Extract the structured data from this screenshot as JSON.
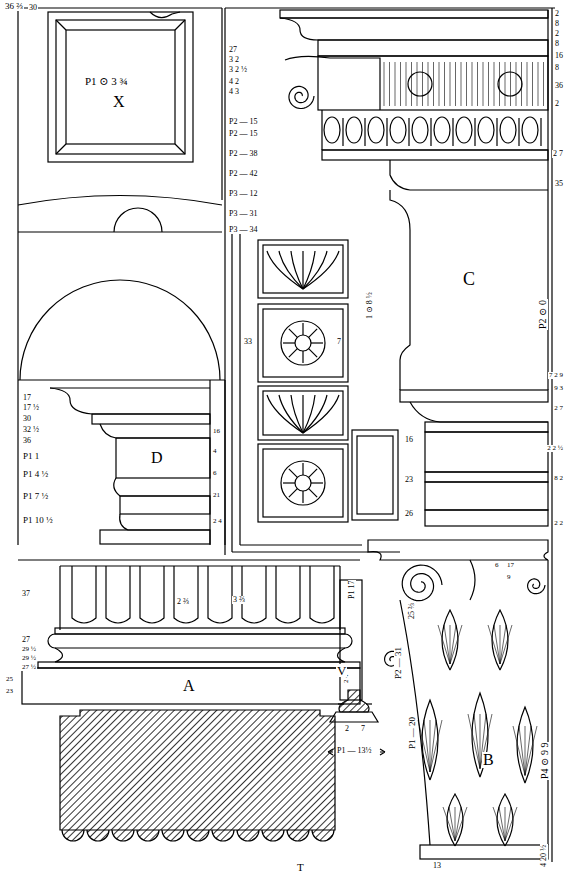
{
  "diagram": {
    "labels": [
      "36 ⅔",
      "30",
      "P1 ⊙ 3 ¾",
      "X",
      "27",
      "3 2",
      "3 2 ½",
      "4 2",
      "4 3",
      "P2 — 15",
      "P2 — 15",
      "P2 — 38",
      "P2 — 42",
      "P3 — 12",
      "P3 — 31",
      "P3 — 34",
      "2",
      "8",
      "2",
      "8",
      "16",
      "8",
      "36",
      "2",
      "2 7",
      "35",
      "P2 ⊙ 0",
      "7 2 9",
      "9 3",
      "2 7",
      "2 2 ½",
      "8 2",
      "2 2",
      "C",
      "33",
      "7",
      "1 ⊙ 8 ½",
      "16",
      "23",
      "26",
      "P1 17",
      "D",
      "17",
      "17 ½",
      "30",
      "32 ½",
      "36",
      "P1 1",
      "P1 4 ½",
      "P1 7 ½",
      "P1 10 ½",
      "16",
      "4",
      "6",
      "21",
      "2 4",
      "A",
      "2 ⅔",
      "3 ⅔",
      "37",
      "27",
      "29 ½",
      "29 ½",
      "27 ½",
      "25",
      "23",
      "2 4",
      "T",
      "V",
      "2",
      "7",
      "P1 — 13½",
      "P2 — 31",
      "P1 — 20",
      "25 ⅔",
      "B",
      "13",
      "6",
      "17",
      "9",
      "P4 ⊙ 9 9",
      "4 20 ½"
    ]
  }
}
